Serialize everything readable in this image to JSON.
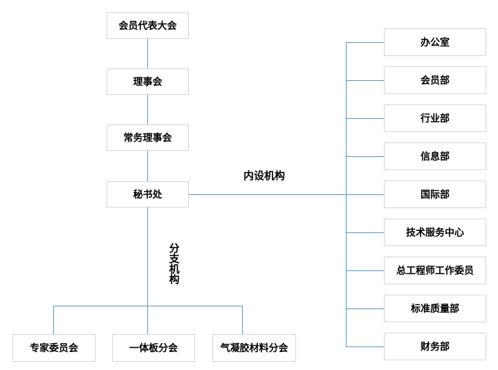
{
  "org": {
    "hierarchy": [
      "会员代表大会",
      "理事会",
      "常务理事会",
      "秘书处"
    ],
    "internal_label": "内设机构",
    "branch_label": "分支机构",
    "internal_departments": [
      "办公室",
      "会员部",
      "行业部",
      "信息部",
      "国际部",
      "技术服务中心",
      "总工程师工作委员",
      "标准质量部",
      "财务部"
    ],
    "branches": [
      "专家委员会",
      "一体板分会",
      "气凝胶材料分会"
    ]
  },
  "colors": {
    "connector": "#5592c9",
    "box_border": "#d4d4d4",
    "text": "#000000",
    "background": "#ffffff"
  }
}
